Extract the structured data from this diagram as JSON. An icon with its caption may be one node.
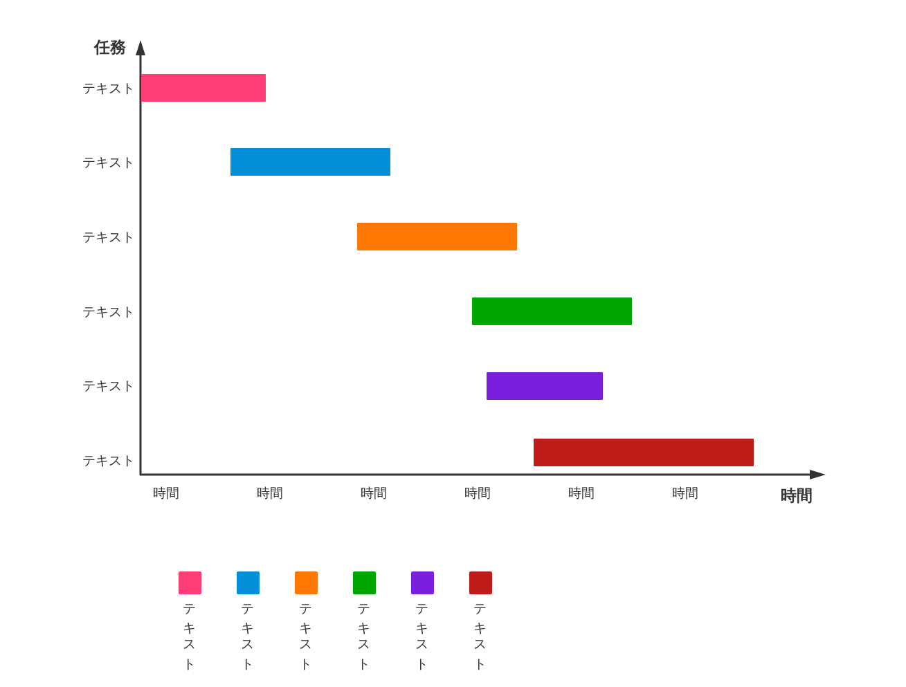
{
  "diagram": {
    "nodes": [
      {
        "text": [],
        "shape": "bar"
      },
      {
        "text": [],
        "shape": "bar"
      },
      {
        "text": [],
        "shape": "bar"
      },
      {
        "text": [],
        "shape": "bar"
      },
      {
        "text": [],
        "shape": "bar"
      },
      {
        "text": [],
        "shape": "bar"
      }
    ],
    "labels": [
      "任務",
      "テキスト",
      "テキスト",
      "テキスト",
      "テキスト",
      "テキスト",
      "テキスト",
      "時間",
      "時間",
      "時間",
      "時間",
      "時間",
      "時間",
      "時間"
    ],
    "legend": [
      {
        "text": "テキスト",
        "color": "#ff3d77"
      },
      {
        "text": "テキスト",
        "color": "#0390d8"
      },
      {
        "text": "テキスト",
        "color": "#ff7703"
      },
      {
        "text": "テキスト",
        "color": "#00a600"
      },
      {
        "text": "テキスト",
        "color": "#7a1fdc"
      },
      {
        "text": "テキスト",
        "color": "#be1b19"
      }
    ]
  }
}
